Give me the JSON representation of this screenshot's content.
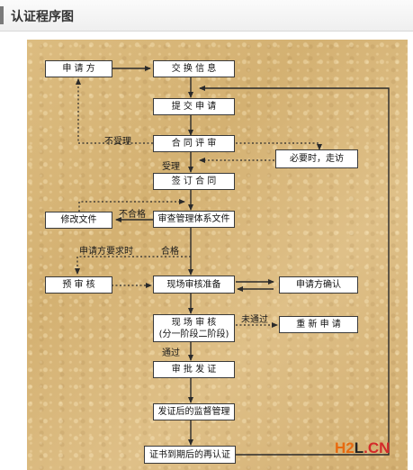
{
  "page": {
    "title": "认证程序图"
  },
  "nodes": {
    "applicant": "申 请 方",
    "exchange": "交 换 信 息",
    "submit": "提 交 申 请",
    "contract_review": "合 同 评 审",
    "visit": "必要时，走访",
    "sign": "签 订 合 同",
    "modify": "修改文件",
    "doc_review": "审查管理体系文件",
    "pre_audit": "预 审 核",
    "onsite_prep": "现场审核准备",
    "confirm": "申请方确认",
    "onsite_line1": "现 场 审 核",
    "onsite_line2": "(分一阶段二阶段)",
    "reapply": "重 新 申 请",
    "approve": "审 批 发 证",
    "supervise": "发证后的监督管理",
    "recert": "证书到期后的再认证"
  },
  "labels": {
    "not_accepted": "不受理",
    "accepted": "受理",
    "unqualified": "不合格",
    "applicant_req": "申请方要求时",
    "qualified": "合格",
    "not_passed": "未通过",
    "passed": "通过"
  },
  "logo": {
    "h": "H",
    "two": "2",
    "l": "L",
    "cn": ".CN"
  },
  "colors": {
    "panel": "#d9b87a",
    "line": "#2a2a2a",
    "node_fill": "#ffffff"
  }
}
